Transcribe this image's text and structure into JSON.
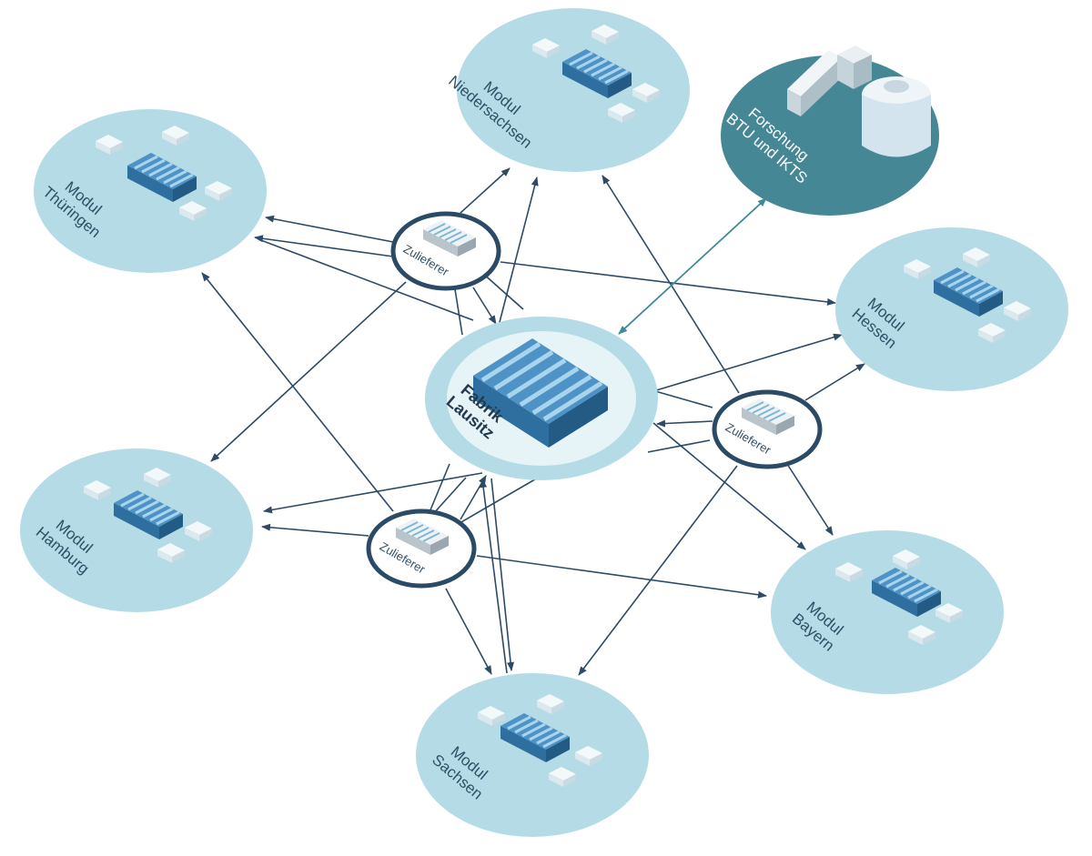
{
  "colors": {
    "module_fill": "#b5dce6",
    "research_fill": "#468795",
    "center_outer": "#b5dce6",
    "center_inner": "#e6f3f7",
    "arrow": "#2d4a66",
    "arrow_research": "#3f8a98",
    "supplier_ring": "#2b4a66",
    "building_blue": "#3a7fb5",
    "building_stripe": "#8fc4e6"
  },
  "icons": {
    "factory": "factory-icon",
    "supplier": "warehouse-icon",
    "research": "research-campus-icon",
    "small_building": "small-building-icon"
  },
  "center": {
    "line1": "Fabrik",
    "line2": "Lausitz"
  },
  "research": {
    "line1": "Forschung",
    "line2": "BTU und IKTS"
  },
  "modules": [
    {
      "id": "niedersachsen",
      "line1": "Modul",
      "line2": "Niedersachsen"
    },
    {
      "id": "thueringen",
      "line1": "Modul",
      "line2": "Thüringen"
    },
    {
      "id": "hessen",
      "line1": "Modul",
      "line2": "Hessen"
    },
    {
      "id": "hamburg",
      "line1": "Modul",
      "line2": "Hamburg"
    },
    {
      "id": "bayern",
      "line1": "Modul",
      "line2": "Bayern"
    },
    {
      "id": "sachsen",
      "line1": "Modul",
      "line2": "Sachsen"
    }
  ],
  "suppliers": [
    {
      "id": "top",
      "label": "Zulieferer"
    },
    {
      "id": "right",
      "label": "Zulieferer"
    },
    {
      "id": "bottom",
      "label": "Zulieferer"
    }
  ]
}
